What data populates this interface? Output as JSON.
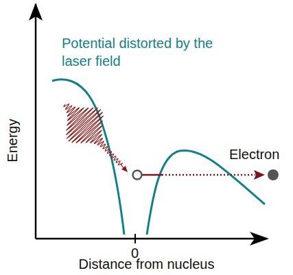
{
  "diagram": {
    "labels": [
      "Potential distorted by the laser field",
      "Energy",
      "Electron",
      "0",
      "Distance from nucleus"
    ]
  }
}
